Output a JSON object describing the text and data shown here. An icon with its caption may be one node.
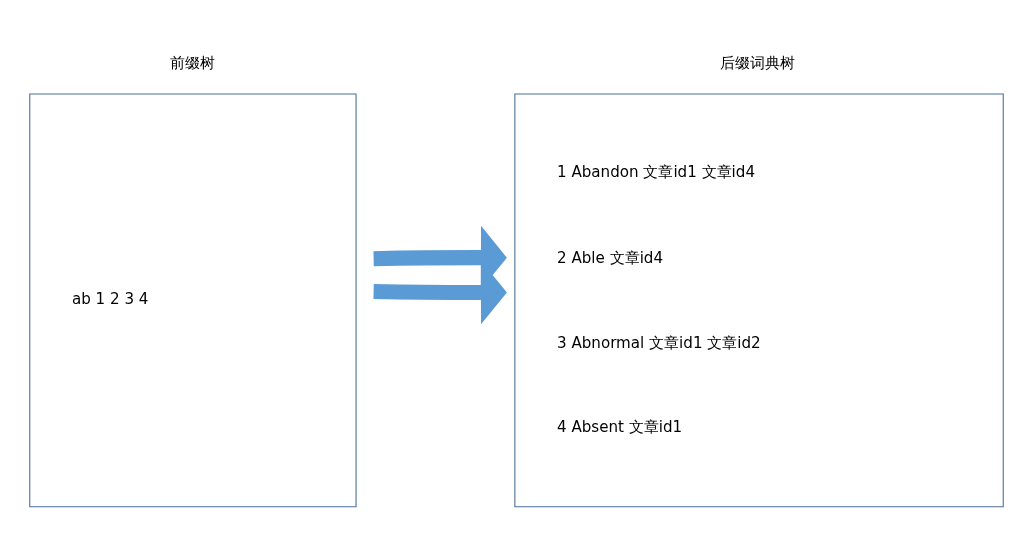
{
  "diagram": {
    "nodes": [
      {
        "text": [
          "前缀树",
          "ab 1 2 3 4"
        ]
      },
      {
        "text": [
          "后缀词典树",
          "1 Abandon 文章id1 文章id4",
          "2 Able 文章id4",
          "3 Abnormal 文章id1 文章id2",
          "4 Absent 文章id1"
        ]
      }
    ],
    "edges": [
      {
        "from": 0,
        "to": 1,
        "arrow": "to"
      },
      {
        "from": 0,
        "to": 1,
        "arrow": "to"
      }
    ]
  }
}
